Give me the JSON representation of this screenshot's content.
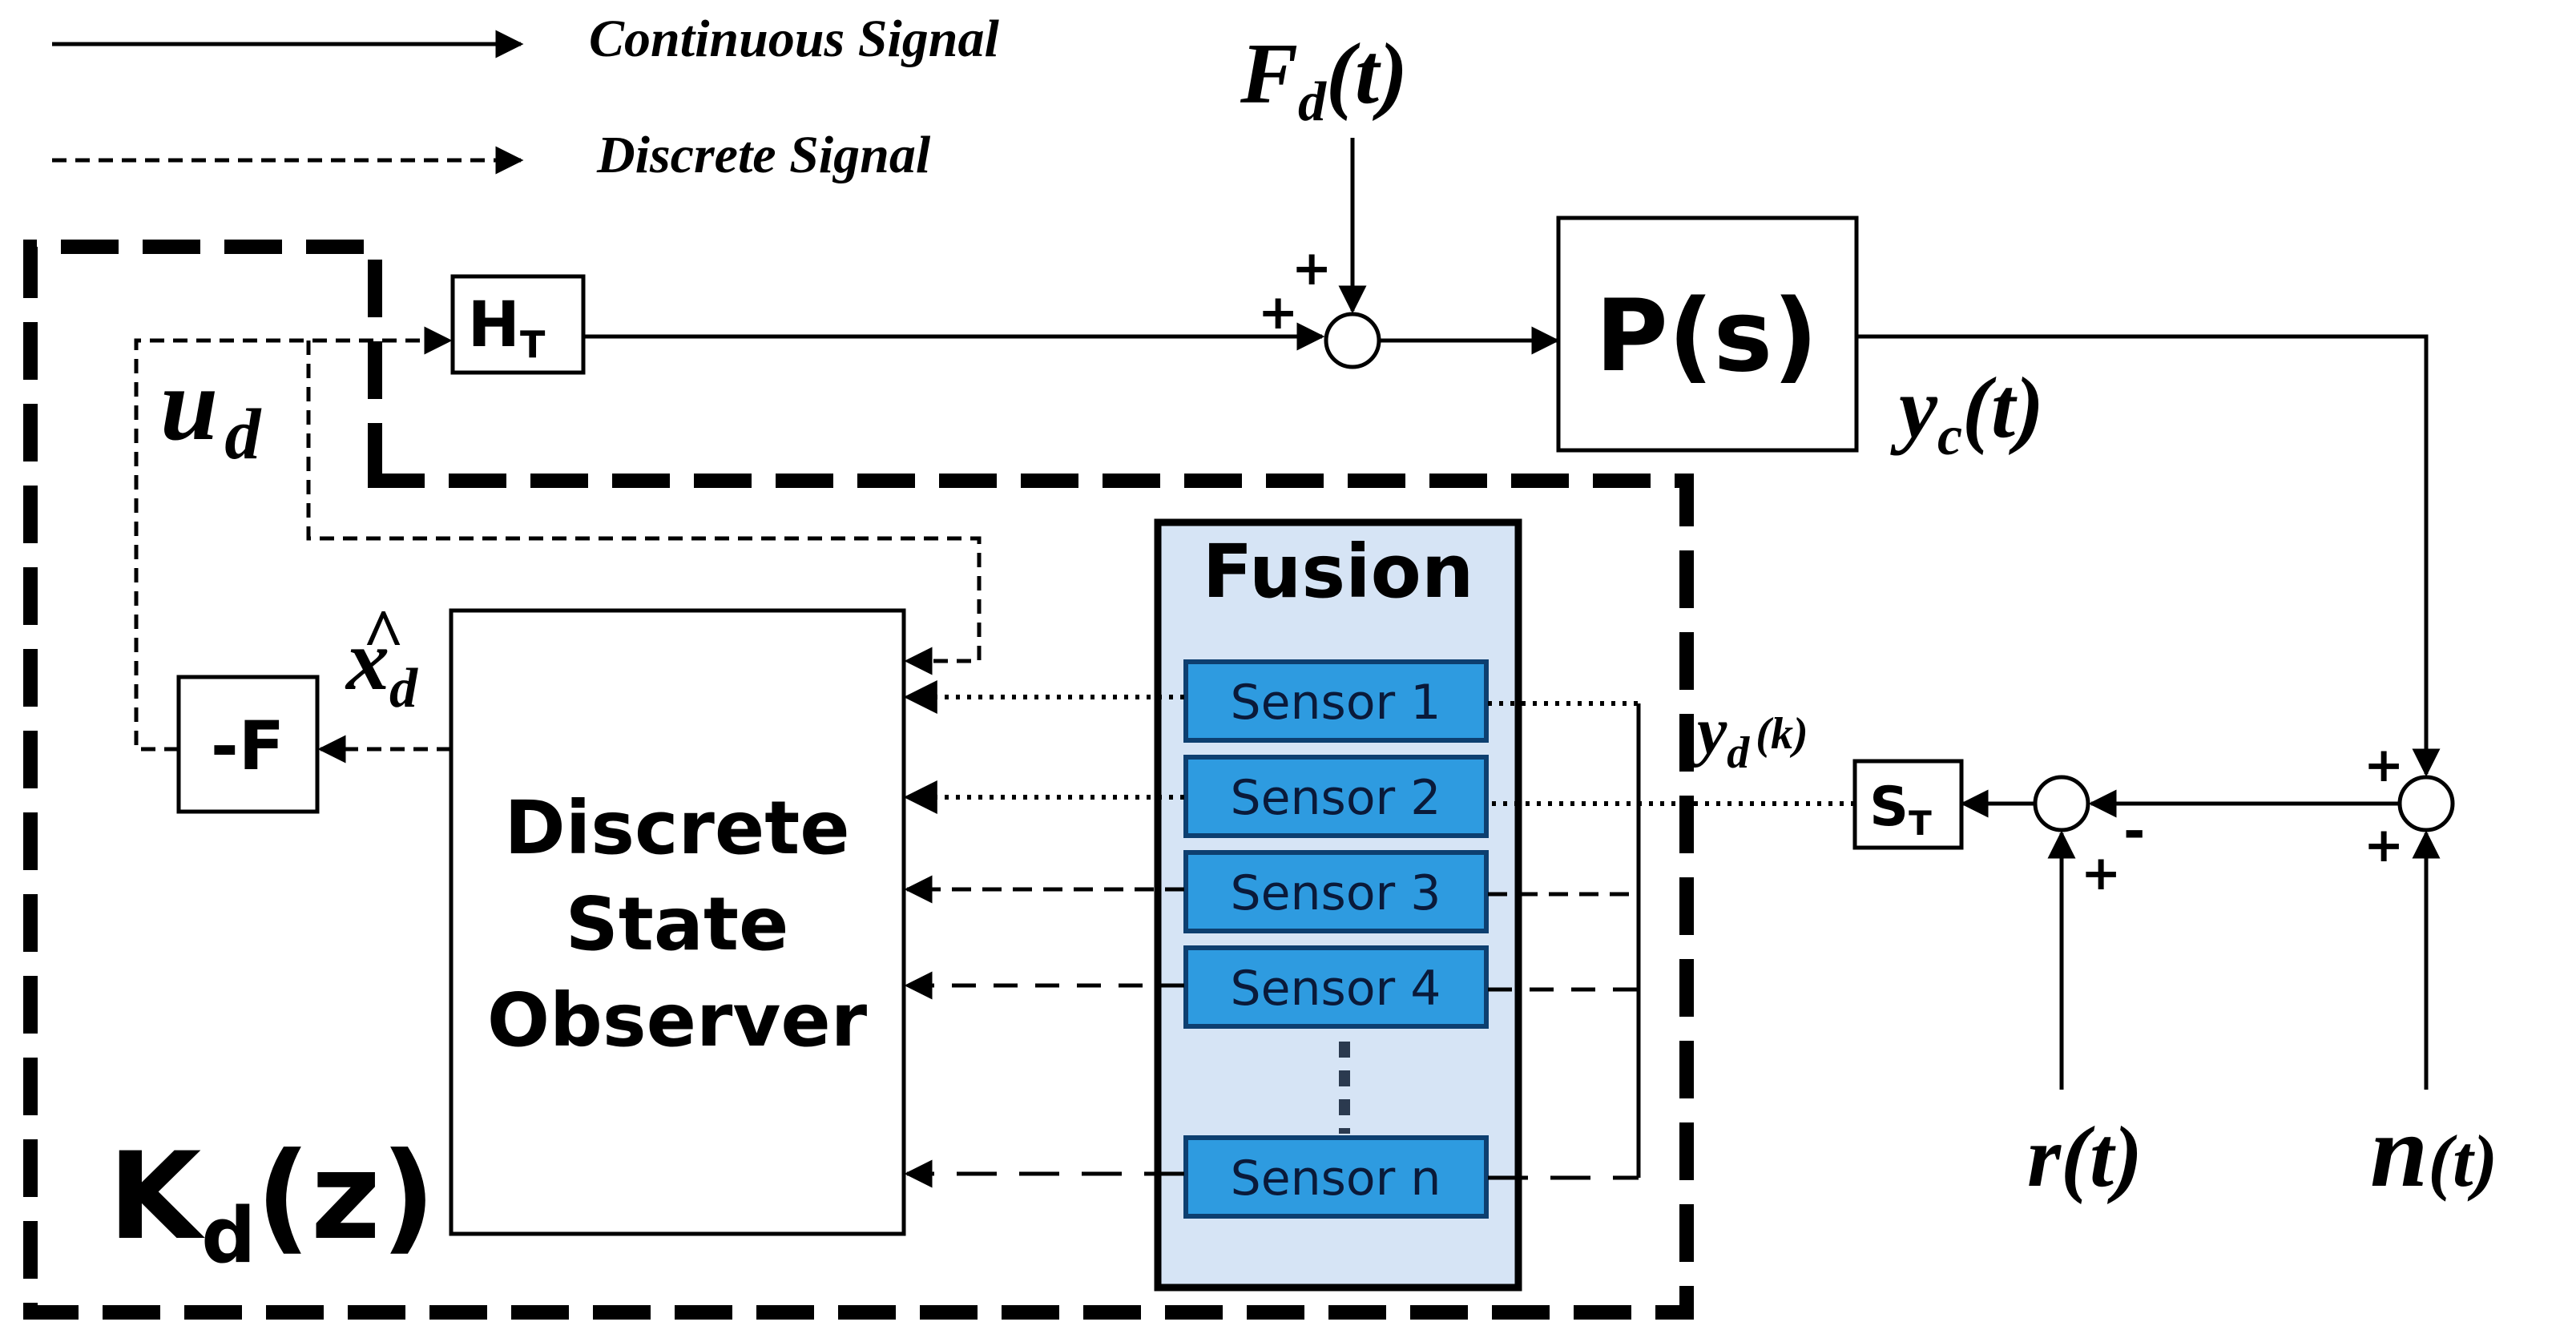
{
  "legend": {
    "continuous": "Continuous Signal",
    "discrete": "Discrete Signal"
  },
  "signals": {
    "fd_main": "F",
    "fd_sub": "d",
    "fd_tail": "(t)",
    "yc_main": "y",
    "yc_sub": "c",
    "yc_tail": "(t)",
    "ud_main": "u",
    "ud_sub": "d",
    "xd_main": "x",
    "xd_hat": "^",
    "xd_sub": "d",
    "yd_main": "y",
    "yd_sub": "d",
    "yd_tail": "(k)",
    "r": "r(t)",
    "n_main": "n",
    "n_tail": "(t)"
  },
  "blocks": {
    "ht_main": "H",
    "ht_sub": "T",
    "plant": "P(s)",
    "gain": "-F",
    "st_main": "S",
    "st_sub": "T",
    "observer_line1": "Discrete",
    "observer_line2": "State",
    "observer_line3": "Observer",
    "fusion_title": "Fusion",
    "kd_main": "K",
    "kd_sub": "d",
    "kd_tail": "(z)"
  },
  "sensors": [
    "Sensor 1",
    "Sensor 2",
    "Sensor 3",
    "Sensor 4",
    "Sensor n"
  ],
  "signs": {
    "sum1_top": "+",
    "sum1_left": "+",
    "sum2_bottom": "+",
    "sum2_right": "-",
    "sum3_top": "+",
    "sum3_bottom": "+"
  },
  "colors": {
    "fusion_fill": "#d6e4f5",
    "sensor_fill": "#2e9be0",
    "sensor_border": "#0d3f70"
  }
}
